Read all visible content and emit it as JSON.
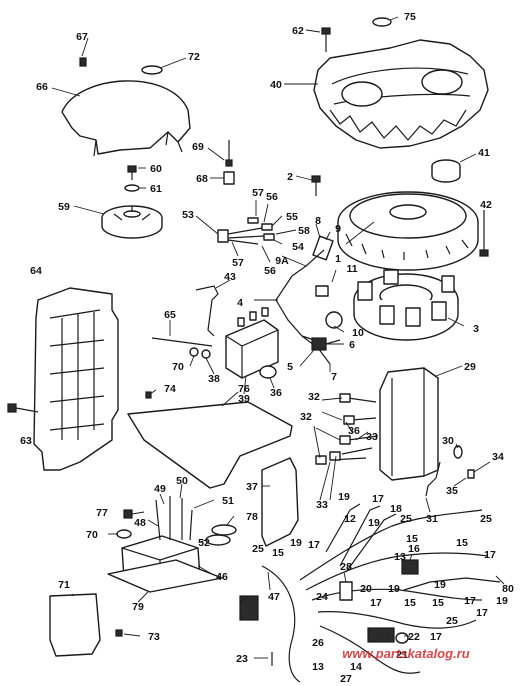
{
  "callouts": {
    "c1": "1",
    "c2": "2",
    "c3": "3",
    "c4": "4",
    "c5": "5",
    "c6": "6",
    "c7": "7",
    "c8": "8",
    "c9": "9",
    "c9a": "9A",
    "c10": "10",
    "c11": "11",
    "c12": "12",
    "c13a": "13",
    "c13b": "13",
    "c14": "14",
    "c15a": "15",
    "c15b": "15",
    "c15c": "15",
    "c15d": "15",
    "c15e": "15",
    "c16": "16",
    "c17a": "17",
    "c17b": "17",
    "c17c": "17",
    "c17d": "17",
    "c17e": "17",
    "c17f": "17",
    "c17g": "17",
    "c18": "18",
    "c19a": "19",
    "c19b": "19",
    "c19c": "19",
    "c19d": "19",
    "c19e": "19",
    "c19f": "19",
    "c20": "20",
    "c21": "21",
    "c22": "22",
    "c23": "23",
    "c24": "24",
    "c25a": "25",
    "c25b": "25",
    "c25c": "25",
    "c25d": "25",
    "c26": "26",
    "c27": "27",
    "c28": "28",
    "c29": "29",
    "c30": "30",
    "c31": "31",
    "c32a": "32",
    "c32b": "32",
    "c33a": "33",
    "c33b": "33",
    "c34": "34",
    "c35": "35",
    "c36a": "36",
    "c36b": "36",
    "c37": "37",
    "c38": "38",
    "c39": "39",
    "c40": "40",
    "c41": "41",
    "c42": "42",
    "c43": "43",
    "c46": "46",
    "c47": "47",
    "c48": "48",
    "c49": "49",
    "c50": "50",
    "c51": "51",
    "c52": "52",
    "c53": "53",
    "c54": "54",
    "c55": "55",
    "c56a": "56",
    "c56b": "56",
    "c57a": "57",
    "c57b": "57",
    "c58": "58",
    "c59": "59",
    "c60": "60",
    "c61": "61",
    "c62": "62",
    "c63": "63",
    "c64": "64",
    "c65": "65",
    "c66": "66",
    "c67": "67",
    "c68": "68",
    "c69": "69",
    "c70a": "70",
    "c70b": "70",
    "c71": "71",
    "c72": "72",
    "c73": "73",
    "c74": "74",
    "c75": "75",
    "c76": "76",
    "c77": "77",
    "c78": "78",
    "c79": "79",
    "c80": "80"
  },
  "watermark": "www.partskatalog.ru",
  "colors": {
    "ink": "#1a1a1a",
    "watermark": "#cc2a2a",
    "background": "#ffffff"
  }
}
